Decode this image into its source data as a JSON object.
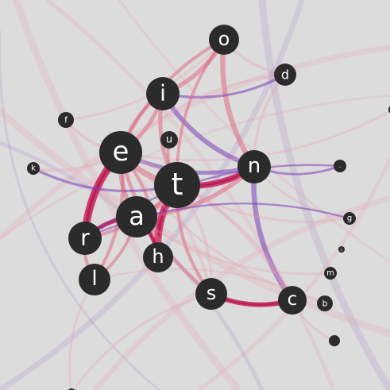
{
  "diagram": {
    "type": "letter-transition-network",
    "colors": {
      "background": "#dcdcdc",
      "node": "#2b2b2b",
      "label": "#ffffff",
      "edge_strong": "#cc1f5a",
      "edge_mid": "#e0607a",
      "edge_purple": "#7b3fb8",
      "edge_faint": "#e8a0b0"
    },
    "nodes": [
      {
        "id": "o",
        "label": "o"
      },
      {
        "id": "d",
        "label": "d"
      },
      {
        "id": "i",
        "label": "i"
      },
      {
        "id": "f",
        "label": "f"
      },
      {
        "id": "u",
        "label": "u"
      },
      {
        "id": "e",
        "label": "e"
      },
      {
        "id": "k",
        "label": "k"
      },
      {
        "id": "t",
        "label": "t"
      },
      {
        "id": "n",
        "label": "n"
      },
      {
        "id": "dot",
        "label": "."
      },
      {
        "id": "a",
        "label": "a"
      },
      {
        "id": "g",
        "label": "g"
      },
      {
        "id": "r",
        "label": "r"
      },
      {
        "id": "z",
        "label": "z"
      },
      {
        "id": "h",
        "label": "h"
      },
      {
        "id": "m",
        "label": "m"
      },
      {
        "id": "l",
        "label": "l"
      },
      {
        "id": "s",
        "label": "s"
      },
      {
        "id": "c",
        "label": "c"
      },
      {
        "id": "b",
        "label": "b"
      },
      {
        "id": "x1",
        "label": ""
      },
      {
        "id": "x2",
        "label": ""
      },
      {
        "id": "x3",
        "label": ""
      }
    ],
    "edges": [
      {
        "source": "e",
        "target": "r",
        "weight": 0.95,
        "tone": "strong"
      },
      {
        "source": "t",
        "target": "h",
        "weight": 0.9,
        "tone": "strong"
      },
      {
        "source": "t",
        "target": "n",
        "weight": 0.75,
        "tone": "strong"
      },
      {
        "source": "n",
        "target": "c",
        "weight": 0.6,
        "tone": "purple"
      },
      {
        "source": "s",
        "target": "c",
        "weight": 0.55,
        "tone": "strong"
      },
      {
        "source": "o",
        "target": "n",
        "weight": 0.6,
        "tone": "mid"
      },
      {
        "source": "i",
        "target": "o",
        "weight": 0.5,
        "tone": "mid"
      },
      {
        "source": "i",
        "target": "n",
        "weight": 0.55,
        "tone": "purple"
      },
      {
        "source": "e",
        "target": "t",
        "weight": 0.7,
        "tone": "mid"
      },
      {
        "source": "a",
        "target": "t",
        "weight": 0.65,
        "tone": "mid"
      },
      {
        "source": "a",
        "target": "r",
        "weight": 0.5,
        "tone": "strong"
      },
      {
        "source": "a",
        "target": "n",
        "weight": 0.5,
        "tone": "mid"
      },
      {
        "source": "e",
        "target": "i",
        "weight": 0.45,
        "tone": "mid"
      },
      {
        "source": "e",
        "target": "a",
        "weight": 0.5,
        "tone": "mid"
      },
      {
        "source": "r",
        "target": "l",
        "weight": 0.35,
        "tone": "mid"
      },
      {
        "source": "h",
        "target": "a",
        "weight": 0.45,
        "tone": "strong"
      },
      {
        "source": "e",
        "target": "s",
        "weight": 0.4,
        "tone": "mid"
      },
      {
        "source": "t",
        "target": "s",
        "weight": 0.35,
        "tone": "mid"
      },
      {
        "source": "i",
        "target": "t",
        "weight": 0.45,
        "tone": "mid"
      },
      {
        "source": "e",
        "target": "n",
        "weight": 0.45,
        "tone": "purple"
      },
      {
        "source": "o",
        "target": "d",
        "weight": 0.3,
        "tone": "faint"
      },
      {
        "source": "d",
        "target": "n",
        "weight": 0.3,
        "tone": "faint"
      },
      {
        "source": "i",
        "target": "d",
        "weight": 0.25,
        "tone": "purple"
      },
      {
        "source": "f",
        "target": "e",
        "weight": 0.3,
        "tone": "faint"
      },
      {
        "source": "k",
        "target": "e",
        "weight": 0.3,
        "tone": "faint"
      },
      {
        "source": "k",
        "target": "t",
        "weight": 0.25,
        "tone": "purple"
      },
      {
        "source": "u",
        "target": "t",
        "weight": 0.3,
        "tone": "mid"
      },
      {
        "source": "l",
        "target": "e",
        "weight": 0.35,
        "tone": "mid"
      },
      {
        "source": "l",
        "target": "a",
        "weight": 0.3,
        "tone": "mid"
      },
      {
        "source": "r",
        "target": "t",
        "weight": 0.35,
        "tone": "mid"
      },
      {
        "source": "h",
        "target": "e",
        "weight": 0.35,
        "tone": "mid"
      },
      {
        "source": "s",
        "target": "t",
        "weight": 0.3,
        "tone": "faint"
      },
      {
        "source": "c",
        "target": "t",
        "weight": 0.3,
        "tone": "faint"
      },
      {
        "source": "c",
        "target": "x3",
        "weight": 0.2,
        "tone": "faint"
      },
      {
        "source": "n",
        "target": "g",
        "weight": 0.2,
        "tone": "faint"
      },
      {
        "source": "n",
        "target": "dot",
        "weight": 0.2,
        "tone": "purple"
      },
      {
        "source": "t",
        "target": "g",
        "weight": 0.25,
        "tone": "faint"
      },
      {
        "source": "a",
        "target": "m",
        "weight": 0.2,
        "tone": "faint"
      },
      {
        "source": "e",
        "target": "b",
        "weight": 0.2,
        "tone": "faint"
      },
      {
        "source": "s",
        "target": "x2",
        "weight": 0.2,
        "tone": "faint"
      },
      {
        "source": "l",
        "target": "x2",
        "weight": 0.2,
        "tone": "faint"
      },
      {
        "source": "e",
        "target": "x1",
        "weight": 0.2,
        "tone": "faint"
      },
      {
        "source": "o",
        "target": "e",
        "weight": 0.35,
        "tone": "mid"
      },
      {
        "source": "o",
        "target": "t",
        "weight": 0.3,
        "tone": "mid"
      },
      {
        "source": "i",
        "target": "e",
        "weight": 0.35,
        "tone": "mid"
      },
      {
        "source": "d",
        "target": "e",
        "weight": 0.25,
        "tone": "faint"
      },
      {
        "source": "f",
        "target": "o",
        "weight": 0.2,
        "tone": "faint"
      },
      {
        "source": "c",
        "target": "e",
        "weight": 0.3,
        "tone": "faint"
      },
      {
        "source": "s",
        "target": "e",
        "weight": 0.3,
        "tone": "faint"
      },
      {
        "source": "b",
        "target": "l",
        "weight": 0.15,
        "tone": "faint"
      },
      {
        "source": "g",
        "target": "r",
        "weight": 0.15,
        "tone": "purple"
      },
      {
        "source": "dot",
        "target": "r",
        "weight": 0.15,
        "tone": "purple"
      }
    ]
  }
}
